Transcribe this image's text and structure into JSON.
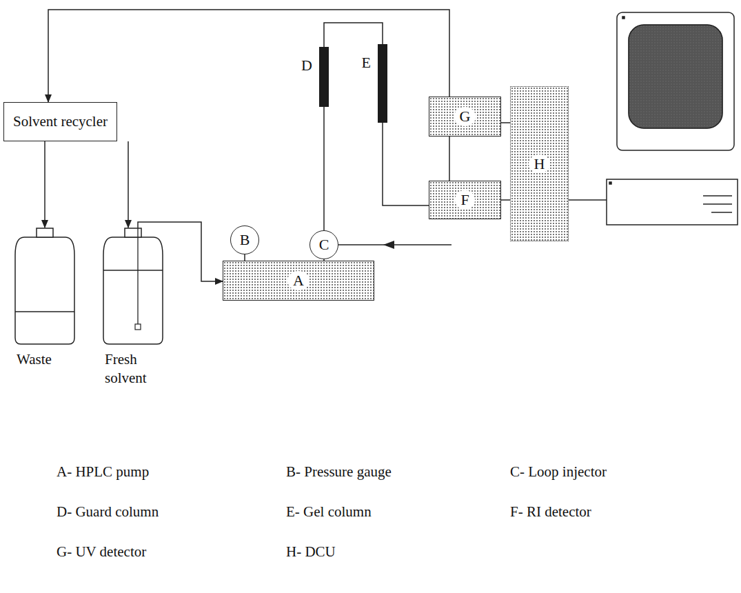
{
  "diagram": {
    "nodes": [
      {
        "text": [
          "Solvent recycler"
        ]
      },
      {
        "text": [
          "Waste"
        ]
      },
      {
        "text": [
          "Fresh solvent"
        ]
      },
      {
        "text": [
          "A"
        ]
      },
      {
        "text": [
          "B"
        ]
      },
      {
        "text": [
          "C"
        ]
      },
      {
        "text": [
          "D"
        ]
      },
      {
        "text": [
          "E"
        ]
      },
      {
        "text": [
          "G"
        ]
      },
      {
        "text": [
          "F"
        ]
      },
      {
        "text": [
          "H"
        ]
      }
    ],
    "edges": [
      {
        "from": 0,
        "to": 1,
        "arrow": "to"
      },
      {
        "from": 0,
        "to": 2,
        "arrow": "to"
      },
      {
        "from": 2,
        "to": 3,
        "arrow": "to"
      },
      {
        "from": 4,
        "to": 3,
        "arrow": "none"
      },
      {
        "from": 5,
        "to": 3,
        "arrow": "none"
      },
      {
        "from": 5,
        "to": 6,
        "arrow": "none"
      },
      {
        "from": 6,
        "to": 7,
        "arrow": "none"
      },
      {
        "from": 7,
        "to": 9,
        "arrow": "none"
      },
      {
        "from": 9,
        "to": 8,
        "arrow": "none"
      },
      {
        "from": 8,
        "to": 0,
        "arrow": "to"
      },
      {
        "from": 8,
        "to": 10,
        "arrow": "none"
      },
      {
        "from": 9,
        "to": 10,
        "arrow": "none"
      }
    ],
    "labels": [
      "A- HPLC pump",
      "B- Pressure gauge",
      "C- Loop injector",
      "D- Guard column",
      "E- Gel column",
      "F- RI detector",
      "G- UV detector",
      "H- DCU"
    ]
  }
}
